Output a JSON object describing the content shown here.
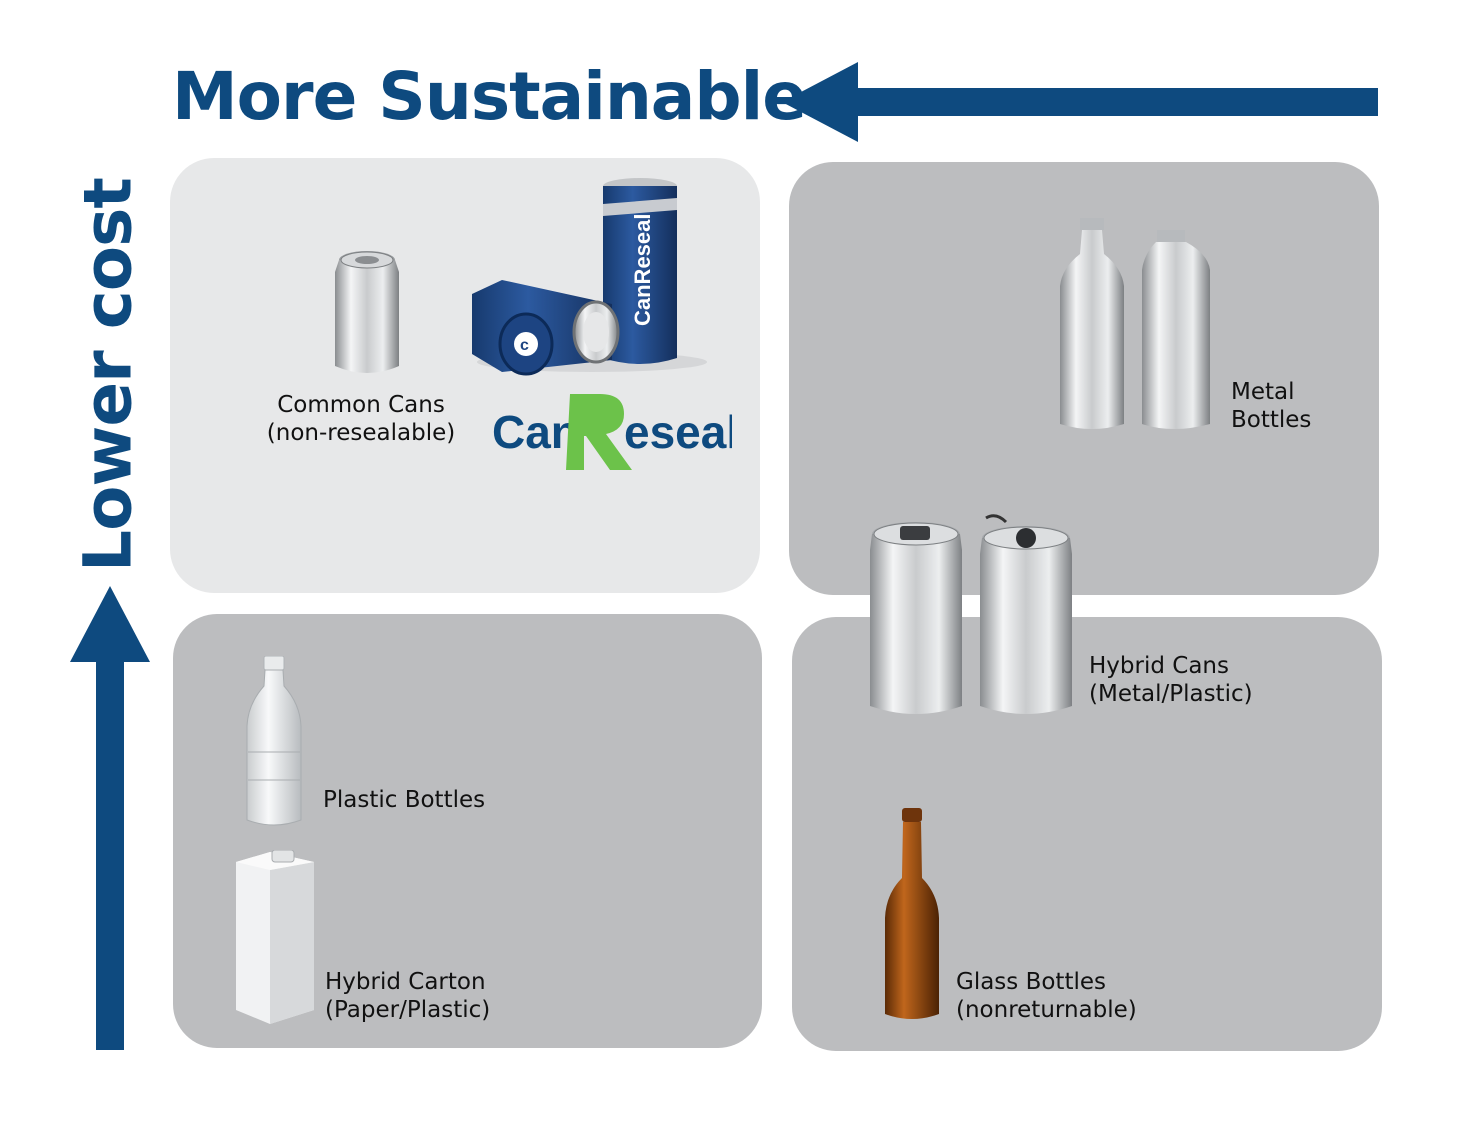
{
  "header": {
    "title": "More Sustainable"
  },
  "axis": {
    "vertical_label": "Lower cost"
  },
  "colors": {
    "navy": "#0e4a7f",
    "green": "#6cc24a",
    "panel_light": "#e7e8e9",
    "panel_gray": "#bcbdbf"
  },
  "quadrants": {
    "top_left": {
      "common_cans": {
        "line1": "Common Cans",
        "line2": "(non-resealable)"
      },
      "brand": {
        "prefix": "Can",
        "accent": "R",
        "suffix": "eseal"
      }
    },
    "top_right": {
      "metal_bottles": {
        "line1": "Metal",
        "line2": "Bottles"
      }
    },
    "bottom_left": {
      "plastic_bottles": {
        "line1": "Plastic Bottles"
      },
      "hybrid_carton": {
        "line1": "Hybrid Carton",
        "line2": "(Paper/Plastic)"
      }
    },
    "bottom_right": {
      "hybrid_cans": {
        "line1": "Hybrid Cans",
        "line2": "(Metal/Plastic)"
      },
      "glass_bottles": {
        "line1": "Glass Bottles",
        "line2": "(nonreturnable)"
      }
    }
  },
  "icons": [
    "arrow-left-icon",
    "arrow-up-icon",
    "aluminum-can-icon",
    "canreseal-can-icon",
    "metal-bottle-icon",
    "hybrid-can-icon",
    "plastic-bottle-icon",
    "carton-icon",
    "glass-bottle-icon"
  ]
}
